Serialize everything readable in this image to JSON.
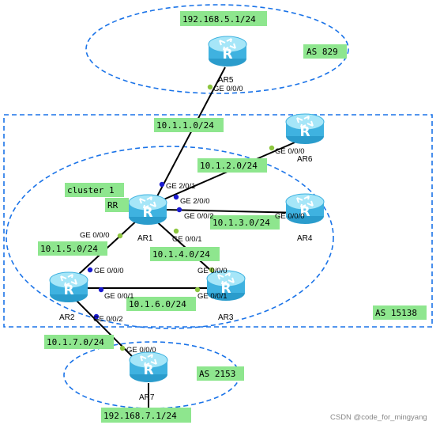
{
  "colors": {
    "dash_blue": "#1a73e8",
    "label_green": "#8ee68e",
    "router_body": "#3fb2e0",
    "router_top": "#9fe3f7",
    "dot_green": "#8dc63f",
    "dot_blue": "#1a1ad0"
  },
  "as_labels": {
    "as829": "AS 829",
    "as15138": "AS 15138",
    "as2153": "AS 2153"
  },
  "networks": {
    "net5": "192.168.5.1/24",
    "net7": "192.168.7.1/24",
    "n1110": "10.1.1.0/24",
    "n1120": "10.1.2.0/24",
    "n1130": "10.1.3.0/24",
    "n1140": "10.1.4.0/24",
    "n1150": "10.1.5.0/24",
    "n1160": "10.1.6.0/24",
    "n1170": "10.1.7.0/24"
  },
  "cluster": {
    "name": "cluster 1",
    "role": "RR"
  },
  "routers": {
    "ar1": "AR1",
    "ar2": "AR2",
    "ar3": "AR3",
    "ar4": "AR4",
    "ar5": "AR5",
    "ar6": "AR6",
    "ar7": "AR7"
  },
  "ports": {
    "ar5_g000": "GE 0/0/0",
    "ar1_g201": "GE 2/0/1",
    "ar1_g200": "GE 2/0/0",
    "ar1_g002": "GE 0/0/2",
    "ar1_g001": "GE 0/0/1",
    "ar1_g000": "GE 0/0/0",
    "ar6_g000": "GE 0/0/0",
    "ar4_g000": "GE 0/0/0",
    "ar3_g000": "GE 0/0/0",
    "ar3_g001": "GE 0/0/1",
    "ar2_g000": "GE 0/0/0",
    "ar2_g001": "GE 0/0/1",
    "ar2_g002": "GE 0/0/2",
    "ar7_g000": "GE 0/0/0"
  },
  "watermark": "CSDN @code_for_mingyang"
}
